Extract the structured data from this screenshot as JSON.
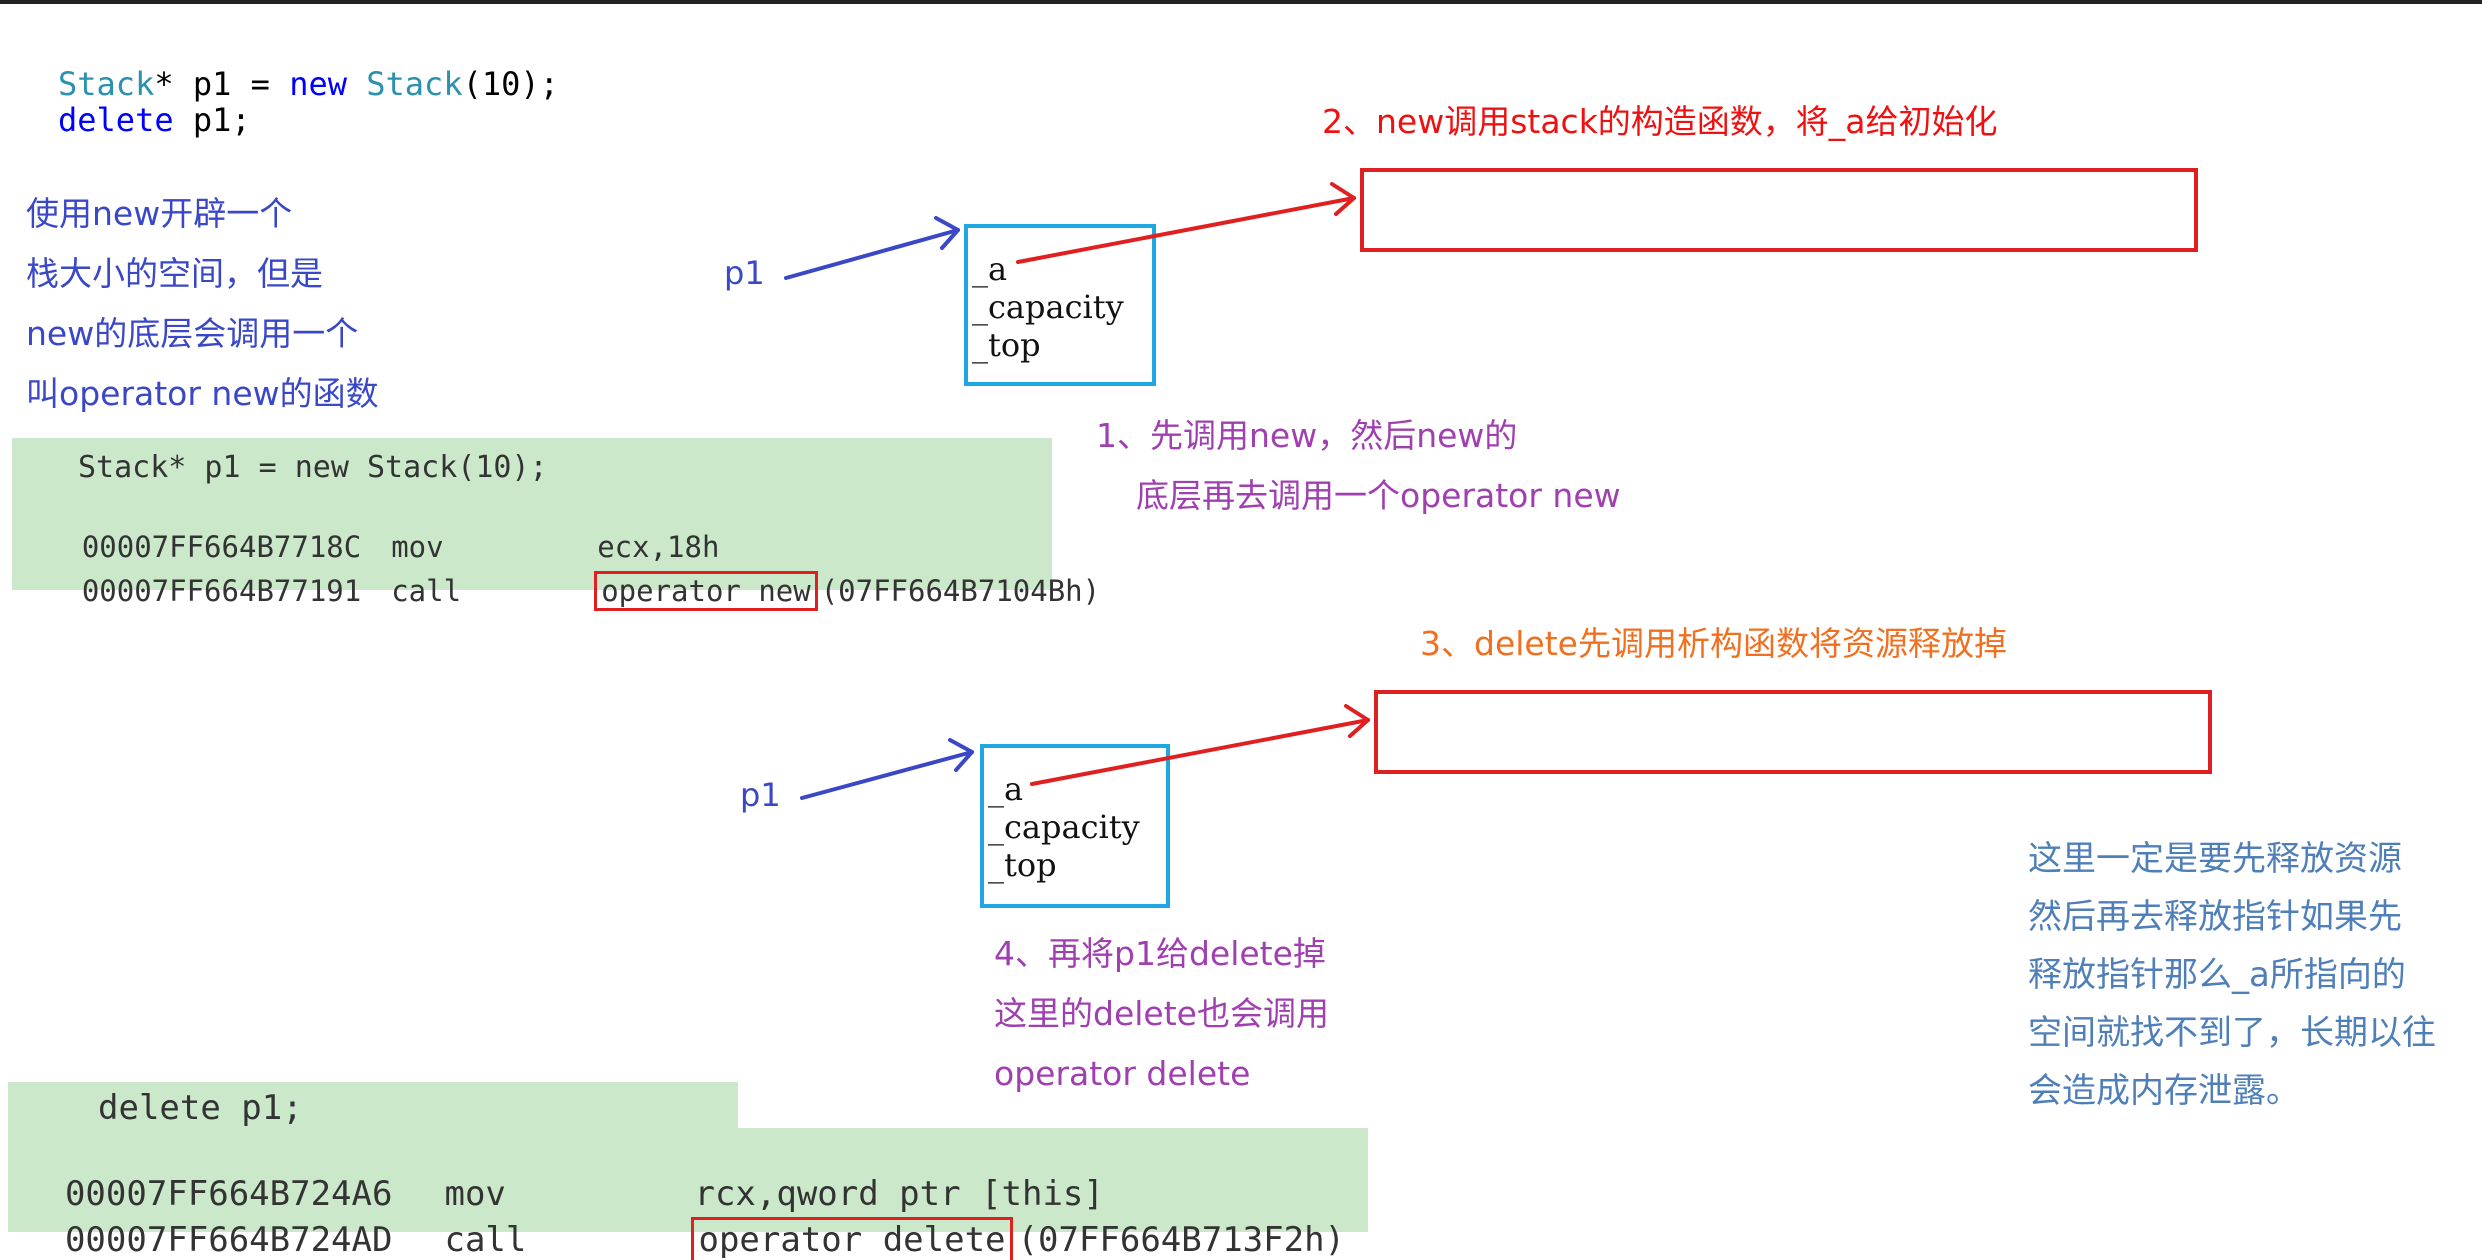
{
  "code": {
    "line1": {
      "type1": "Stack",
      "op1": "* p1 = ",
      "kw_new": "new",
      "sp": " ",
      "type2": "Stack",
      "args": "(10);"
    },
    "line2": {
      "kw_delete": "delete",
      "rest": " p1;"
    }
  },
  "notes": {
    "left_blue": [
      "使用new开辟一个",
      "栈大小的空间，但是",
      "new的底层会调用一个",
      "叫operator new的函数"
    ],
    "step1": [
      "1、先调用new，然后new的",
      "底层再去调用一个operator new"
    ],
    "step2": "2、new调用stack的构造函数，将_a给初始化",
    "step3": "3、delete先调用析构函数将资源释放掉",
    "step4": [
      "4、再将p1给delete掉",
      "这里的delete也会调用",
      "operator delete"
    ],
    "right_steel": [
      "这里一定是要先释放资源",
      "然后再去释放指针如果先",
      "释放指针那么_a所指向的",
      "空间就找不到了，长期以往",
      "会造成内存泄露。"
    ]
  },
  "asm_new": {
    "source": "Stack* p1 = new Stack(10);",
    "rows": [
      {
        "addr": "00007FF664B7718C",
        "op": "mov",
        "operand": "ecx,18h",
        "target": ""
      },
      {
        "addr": "00007FF664B77191",
        "op": "call",
        "operand": "operator new",
        "target": "(07FF664B7104Bh)"
      }
    ]
  },
  "asm_delete": {
    "source": "delete p1;",
    "rows": [
      {
        "addr": "00007FF664B724A6",
        "op": "mov",
        "operand": "rcx,qword ptr [this]",
        "target": ""
      },
      {
        "addr": "00007FF664B724AD",
        "op": "call",
        "operand": "operator delete",
        "target": "(07FF664B713F2h)"
      }
    ]
  },
  "object": {
    "pointer_label": "p1",
    "fields": [
      "_a",
      "_capacity",
      "_top"
    ]
  },
  "colors": {
    "blue_note": "#3a48c8",
    "purple_note": "#a040b0",
    "red": "#e02020",
    "orange": "#f07020",
    "steel": "#4f7fb8",
    "box_blue": "#1ea7e0",
    "asm_bg": "#cbe8cb"
  }
}
